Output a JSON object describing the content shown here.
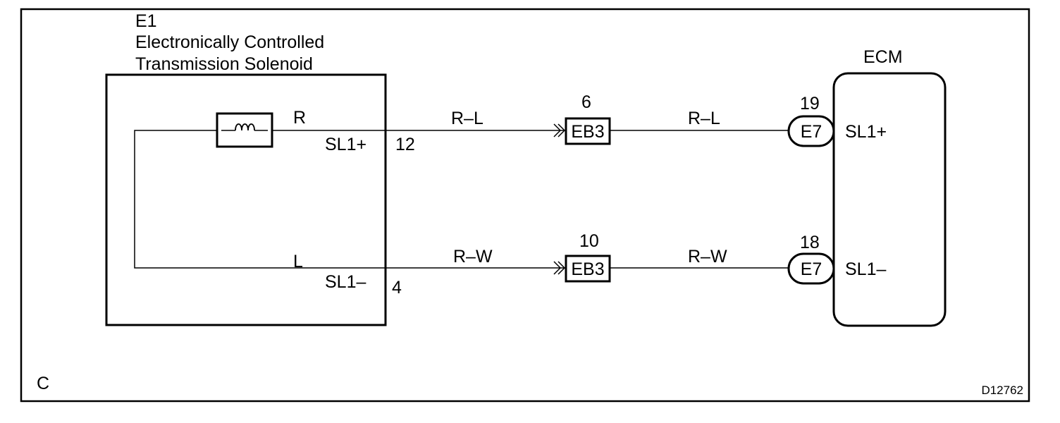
{
  "figure_id": "D12762",
  "corner_label": "C",
  "component": {
    "code": "E1",
    "name_line1": "Electronically Controlled",
    "name_line2": "Transmission Solenoid"
  },
  "ecm": {
    "label": "ECM"
  },
  "circuits": [
    {
      "solenoid_wire_color": "R",
      "terminal_name": "SL1+",
      "terminal_pin": "12",
      "wire_color_to_junction": "R–L",
      "junction_connector": "EB3",
      "junction_pin": "6",
      "wire_color_to_ecm": "R–L",
      "ecm_connector": "E7",
      "ecm_pin": "19",
      "ecm_terminal": "SL1+"
    },
    {
      "solenoid_wire_color": "L",
      "terminal_name": "SL1–",
      "terminal_pin": "4",
      "wire_color_to_junction": "R–W",
      "junction_connector": "EB3",
      "junction_pin": "10",
      "wire_color_to_ecm": "R–W",
      "ecm_connector": "E7",
      "ecm_pin": "18",
      "ecm_terminal": "SL1–"
    }
  ]
}
